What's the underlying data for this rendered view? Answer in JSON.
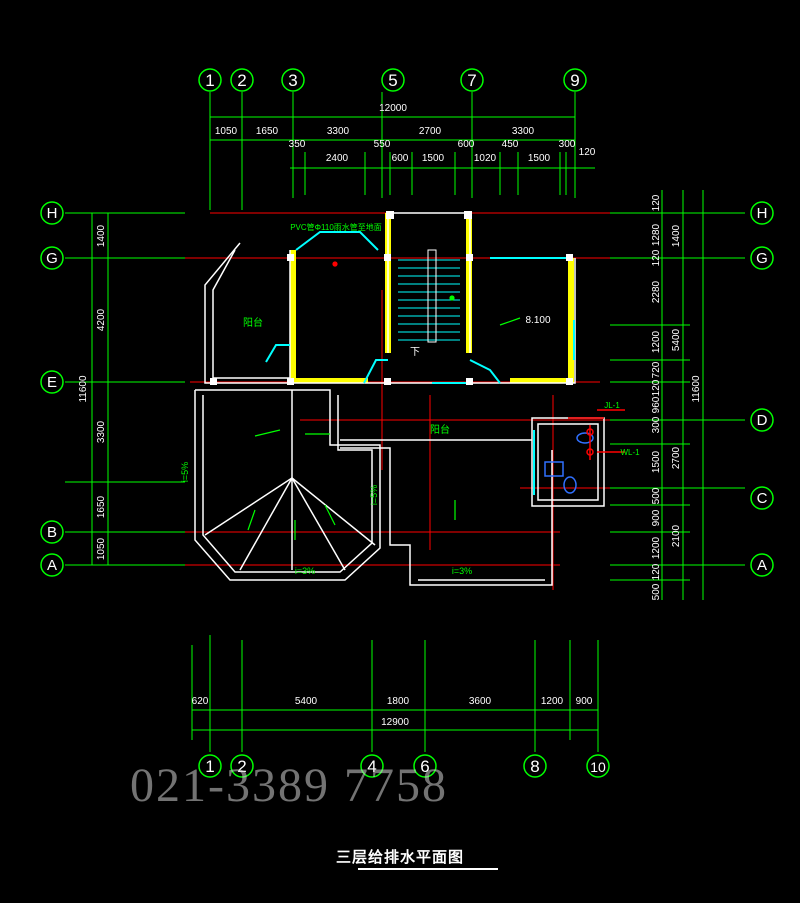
{
  "drawing": {
    "title": "三层给排水平面图",
    "watermark": "021-3389 7758",
    "colors": {
      "background": "#000000",
      "dimension": "#00ff00",
      "axis_line": "#ff0000",
      "wall": "#ffffff",
      "wall_fill": "#ffff00",
      "window": "#00ffff",
      "pipe": "#ff0000",
      "bubble_text": "#ffffff"
    },
    "axes_top": [
      "1",
      "2",
      "3",
      "5",
      "7",
      "9"
    ],
    "axes_bottom": [
      "1",
      "2",
      "4",
      "6",
      "8",
      "10"
    ],
    "axes_left": [
      "H",
      "G",
      "E",
      "B",
      "A"
    ],
    "axes_right": [
      "H",
      "G",
      "D",
      "C",
      "A"
    ],
    "top_dims": {
      "total": "12000",
      "row1": [
        "1050",
        "1650",
        "3300",
        "2700",
        "3300"
      ],
      "row2_top": [
        "350",
        "550",
        "600",
        "450",
        "300",
        "120"
      ],
      "row2": [
        "2400",
        "600",
        "1500",
        "1020",
        "1500"
      ]
    },
    "bottom_dims": {
      "row1": [
        "620",
        "5400",
        "1800",
        "3600",
        "1200",
        "900"
      ],
      "total": "12900"
    },
    "left_dims": {
      "outer": [
        "1400",
        "4200",
        "3300",
        "1650",
        "1050"
      ],
      "total": "11600"
    },
    "right_dims": {
      "inner": [
        "120",
        "1280",
        "120",
        "2280",
        "1200",
        "720",
        "120",
        "960",
        "300",
        "1500",
        "500",
        "900",
        "1200",
        "120",
        "500"
      ],
      "mid": [
        "1400",
        "5400",
        "2700",
        "2100"
      ],
      "total": "11600"
    },
    "room_labels": {
      "balcony_left": "阳台",
      "balcony_mid": "阳台",
      "level": "8.100",
      "stair_down": "下",
      "pipe_note": "PVC管Φ110雨水管至地面",
      "slope_1": "i=3%",
      "slope_2": "i=3%",
      "slope_3": "i=5%",
      "slope_4": "i=5%",
      "riser_1": "JL-1",
      "riser_2": "WL-1"
    }
  }
}
